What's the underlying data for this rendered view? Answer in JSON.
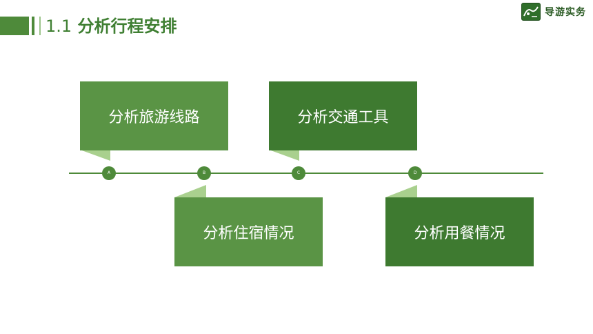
{
  "header": {
    "title_number": "1.1",
    "title_text": "分析行程安排"
  },
  "logo": {
    "icon": "guide-logo-icon",
    "text": "导游实务"
  },
  "timeline": {
    "nodes": [
      {
        "label": "A"
      },
      {
        "label": "B"
      },
      {
        "label": "C"
      },
      {
        "label": "D"
      }
    ]
  },
  "boxes": [
    {
      "label": "分析旅游线路"
    },
    {
      "label": "分析交通工具"
    },
    {
      "label": "分析住宿情况"
    },
    {
      "label": "分析用餐情况"
    }
  ],
  "colors": {
    "primary_green": "#4e8a3a",
    "box_light": "#5a9445",
    "box_dark": "#3e7a30",
    "fold_light": "#a9d08e",
    "title_green": "#3f7f32"
  }
}
